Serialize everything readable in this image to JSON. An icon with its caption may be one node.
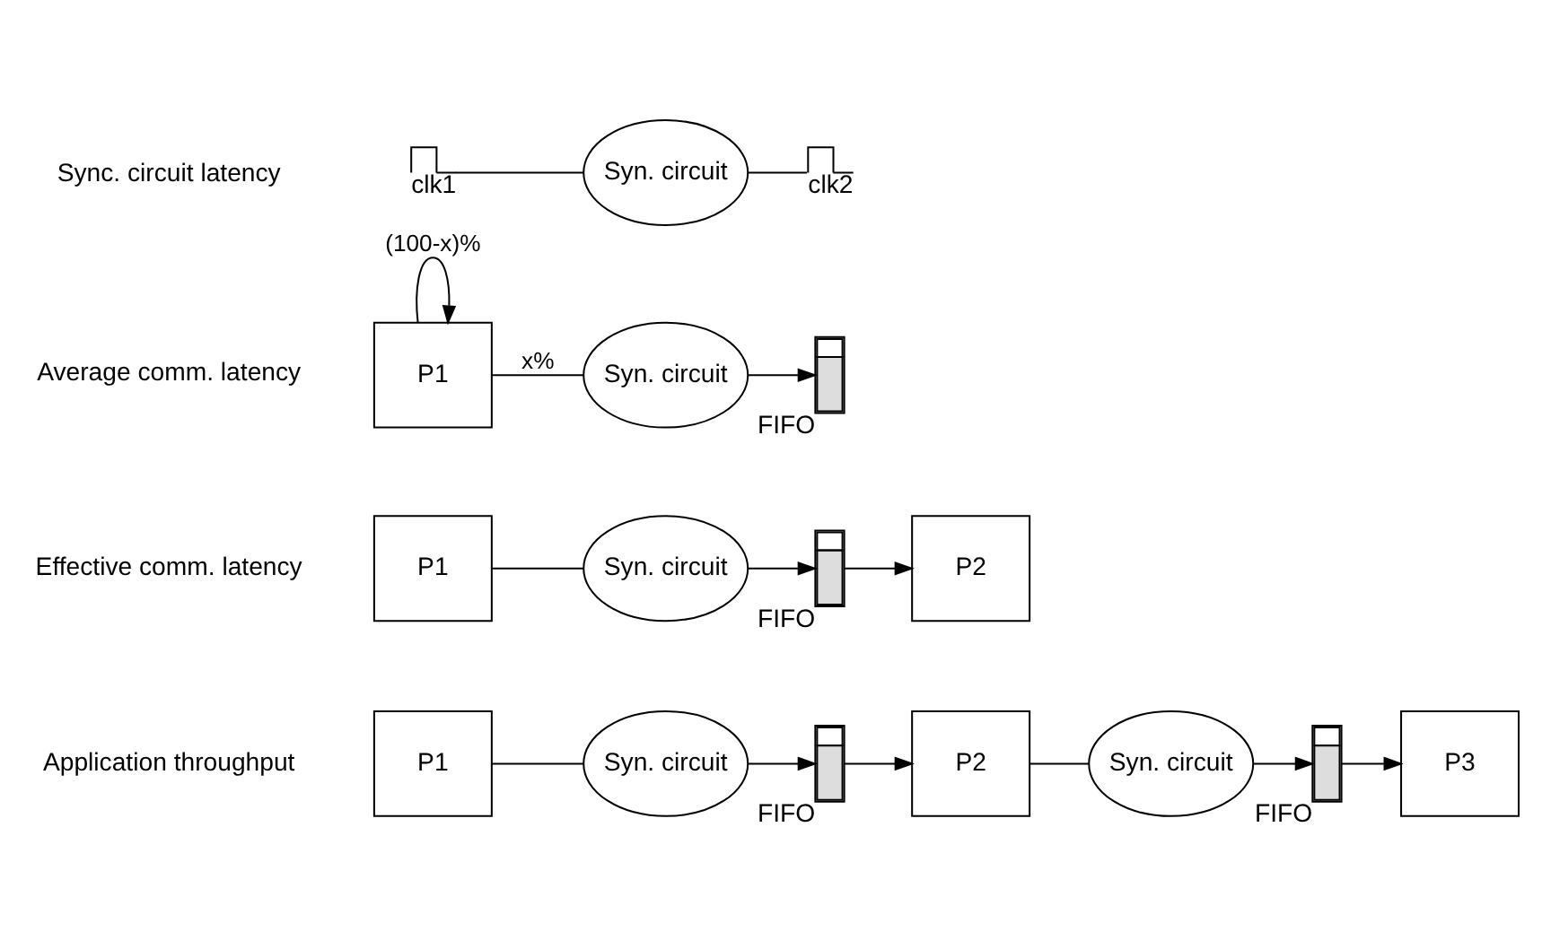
{
  "diagram": {
    "nodes": [
      {
        "text": [
          "clk1"
        ]
      },
      {
        "text": [
          "Syn. circuit"
        ]
      },
      {
        "text": [
          "clk2"
        ]
      },
      {
        "text": [
          "P1"
        ]
      },
      {
        "text": [
          "Syn. circuit"
        ]
      },
      {
        "text": [],
        "shape": "bar",
        "beside": [
          "FIFO"
        ]
      },
      {
        "text": [
          "P1"
        ]
      },
      {
        "text": [
          "Syn. circuit"
        ]
      },
      {
        "text": [],
        "shape": "bar",
        "beside": [
          "FIFO"
        ]
      },
      {
        "text": [
          "P2"
        ]
      },
      {
        "text": [
          "P1"
        ]
      },
      {
        "text": [
          "Syn. circuit"
        ]
      },
      {
        "text": [],
        "shape": "bar",
        "beside": [
          "FIFO"
        ]
      },
      {
        "text": [
          "P2"
        ]
      },
      {
        "text": [
          "Syn. circuit"
        ]
      },
      {
        "text": [],
        "shape": "bar",
        "beside": [
          "FIFO"
        ]
      },
      {
        "text": [
          "P3"
        ]
      }
    ],
    "edges": [
      {
        "from": 0,
        "to": 1,
        "arrow": "none"
      },
      {
        "from": 1,
        "to": 2,
        "arrow": "none"
      },
      {
        "from": 3,
        "to": 4,
        "arrow": "none",
        "label": "x%"
      },
      {
        "from": 4,
        "to": 5,
        "arrow": "to"
      },
      {
        "from": 3,
        "to": 3,
        "arrow": "to",
        "label": "(100-x)%"
      },
      {
        "from": 6,
        "to": 7,
        "arrow": "none"
      },
      {
        "from": 7,
        "to": 8,
        "arrow": "to"
      },
      {
        "from": 8,
        "to": 9,
        "arrow": "to"
      },
      {
        "from": 10,
        "to": 11,
        "arrow": "none"
      },
      {
        "from": 11,
        "to": 12,
        "arrow": "to"
      },
      {
        "from": 12,
        "to": 13,
        "arrow": "to"
      },
      {
        "from": 13,
        "to": 14,
        "arrow": "none"
      },
      {
        "from": 14,
        "to": 15,
        "arrow": "to"
      },
      {
        "from": 15,
        "to": 16,
        "arrow": "to"
      }
    ],
    "labels": [
      "Sync. circuit latency",
      "Average comm. latency",
      "Effective comm. latency",
      "Application throughput"
    ]
  }
}
